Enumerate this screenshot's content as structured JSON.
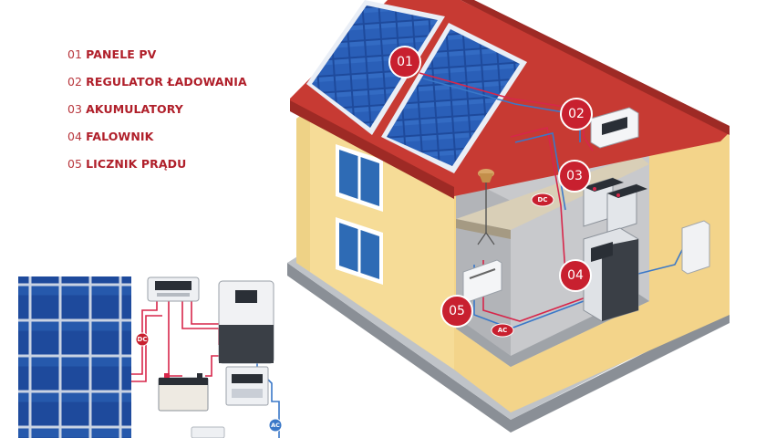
{
  "legend": [
    {
      "num": "01",
      "label": "PANELE PV"
    },
    {
      "num": "02",
      "label": "REGULATOR ŁADOWANIA"
    },
    {
      "num": "03",
      "label": "AKUMULATORY"
    },
    {
      "num": "04",
      "label": "FALOWNIK"
    },
    {
      "num": "05",
      "label": "LICZNIK PRĄDU"
    }
  ],
  "house_badges": {
    "b01": "01",
    "b02": "02",
    "b03": "03",
    "b04": "04",
    "b05": "05"
  },
  "house_tags": {
    "dc": "DC",
    "ac": "AC"
  },
  "schematic_tags": {
    "dc": "DC",
    "ac": "AC"
  },
  "colors": {
    "accent_red": "#c8202f",
    "roof_red": "#c73a33",
    "wall_yellow": "#f6dc97",
    "panel_blue": "#1f4fa0",
    "wire_blue": "#3a78c8"
  }
}
